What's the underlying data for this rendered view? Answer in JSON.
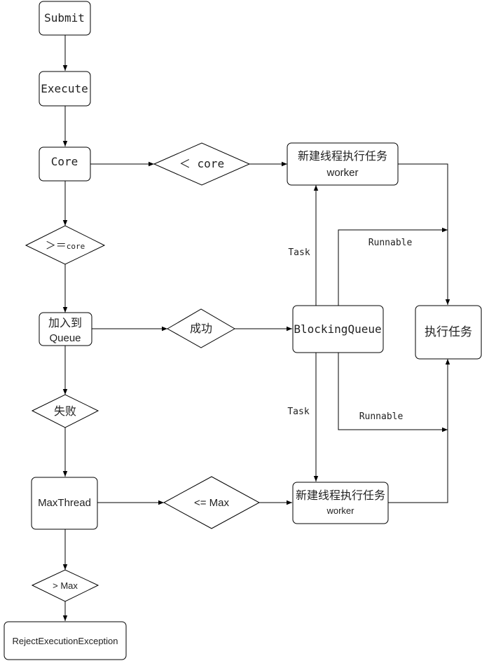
{
  "nodes": {
    "submit": "Submit",
    "execute": "Execute",
    "core": "Core",
    "lt_core": "＜ core",
    "new_worker_1": {
      "line1": "新建线程执行任务",
      "line2": "worker"
    },
    "ge_core": {
      "main": "＞＝",
      "small": "core"
    },
    "add_queue": {
      "line1": "加入到",
      "line2": "Queue"
    },
    "success": "成功",
    "blocking_queue": "BlockingQueue",
    "execute_task": "执行任务",
    "fail": "失败",
    "max_thread": "MaxThread",
    "le_max": "<= Max",
    "new_worker_2": {
      "line1": "新建线程执行任务",
      "line2": "worker"
    },
    "gt_max": "> Max",
    "reject": "RejectExecutionException"
  },
  "edge_labels": {
    "task_upper": "Task",
    "runnable_upper": "Runnable",
    "task_lower": "Task",
    "runnable_lower": "Runnable"
  }
}
